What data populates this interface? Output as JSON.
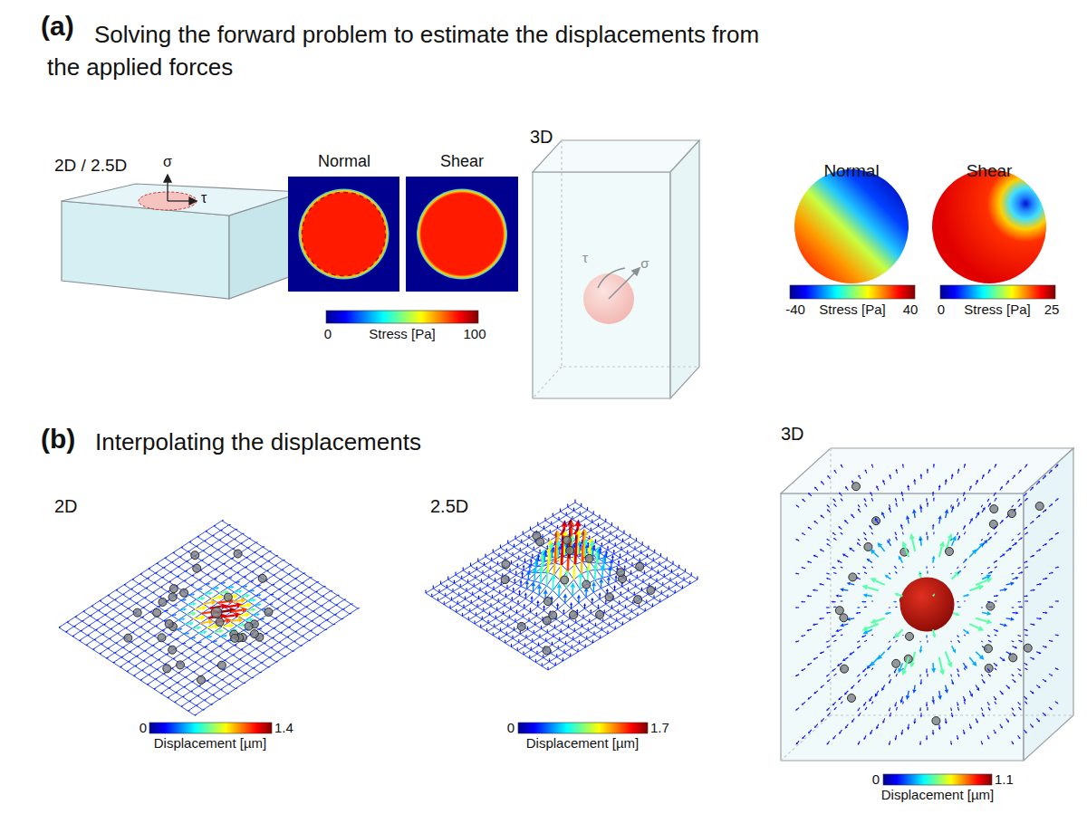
{
  "diagram": {
    "labels": [
      "(a)",
      "Solving the forward problem to estimate the displacements from the applied forces",
      "2D / 2.5D",
      "σ",
      "τ",
      "Normal",
      "Shear",
      "0",
      "Stress [Pa]",
      "100",
      "3D",
      "τ",
      "σ",
      "Normal",
      "Shear",
      "-40",
      "Stress [Pa]",
      "40",
      "0",
      "Stress [Pa]",
      "25",
      "(b)",
      "Interpolating the displacements",
      "2D",
      "0",
      "1.4",
      "Displacement [µm]",
      "2.5D",
      "0",
      "1.7",
      "Displacement [µm]",
      "3D",
      "0",
      "1.1",
      "Displacement [µm]"
    ]
  }
}
